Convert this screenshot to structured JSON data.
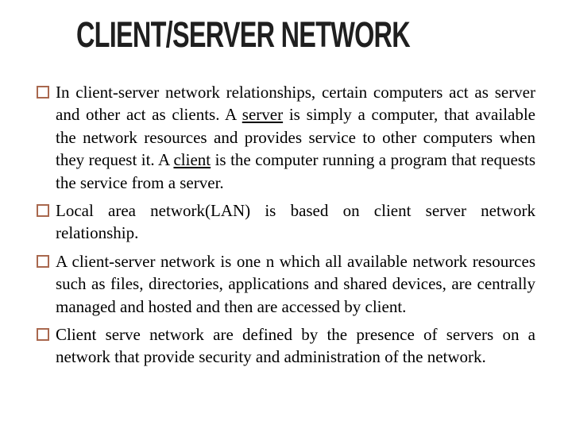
{
  "slide": {
    "title": "CLIENT/SERVER NETWORK",
    "colors": {
      "background": "#ffffff",
      "title": "#1f1f1f",
      "text": "#000000",
      "bullet": "#a9684e"
    },
    "bullets": [
      {
        "segments": [
          {
            "text": "In client-server network relationships, certain computers act as server and other act as clients. A ",
            "underline": false
          },
          {
            "text": "server",
            "underline": true
          },
          {
            "text": " is simply a computer, that  available the network resources and provides service to other computers when they request it. A ",
            "underline": false
          },
          {
            "text": "client",
            "underline": true
          },
          {
            "text": " is the computer running a program that requests the service from a server.",
            "underline": false
          }
        ]
      },
      {
        "segments": [
          {
            "text": "Local area network(LAN) is based on client server network relationship.",
            "underline": false
          }
        ]
      },
      {
        "segments": [
          {
            "text": "A client-server network is one n which all available network resources such as files, directories, applications and shared devices, are centrally managed and hosted and then are accessed by client.",
            "underline": false
          }
        ]
      },
      {
        "segments": [
          {
            "text": "Client serve network are defined by the presence of servers on a network that provide security and administration of the network.",
            "underline": false
          }
        ]
      }
    ]
  }
}
